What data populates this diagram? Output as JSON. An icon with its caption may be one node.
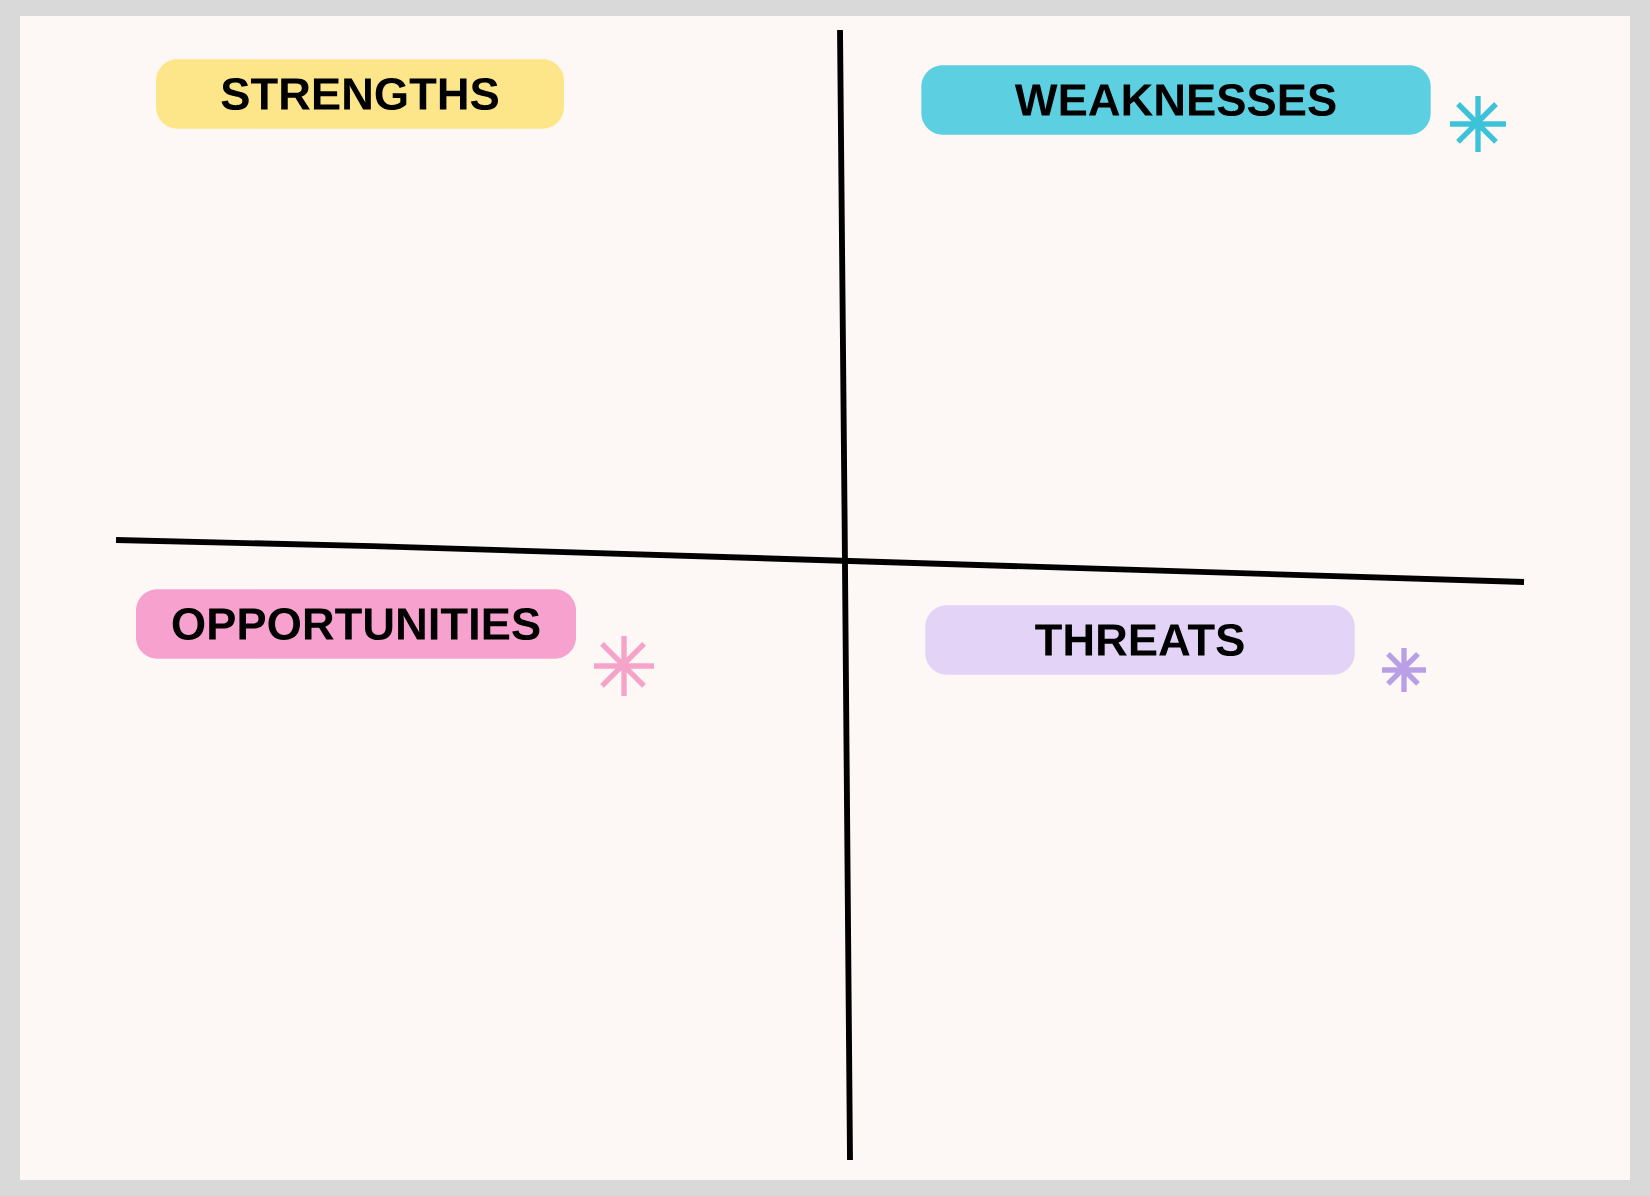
{
  "diagram": {
    "nodes": [
      {
        "text": [
          "STRENGTHS"
        ]
      },
      {
        "text": [
          "WEAKNESSES"
        ]
      },
      {
        "text": [
          "OPPORTUNITIES"
        ]
      },
      {
        "text": [
          "THREATS"
        ]
      }
    ]
  }
}
